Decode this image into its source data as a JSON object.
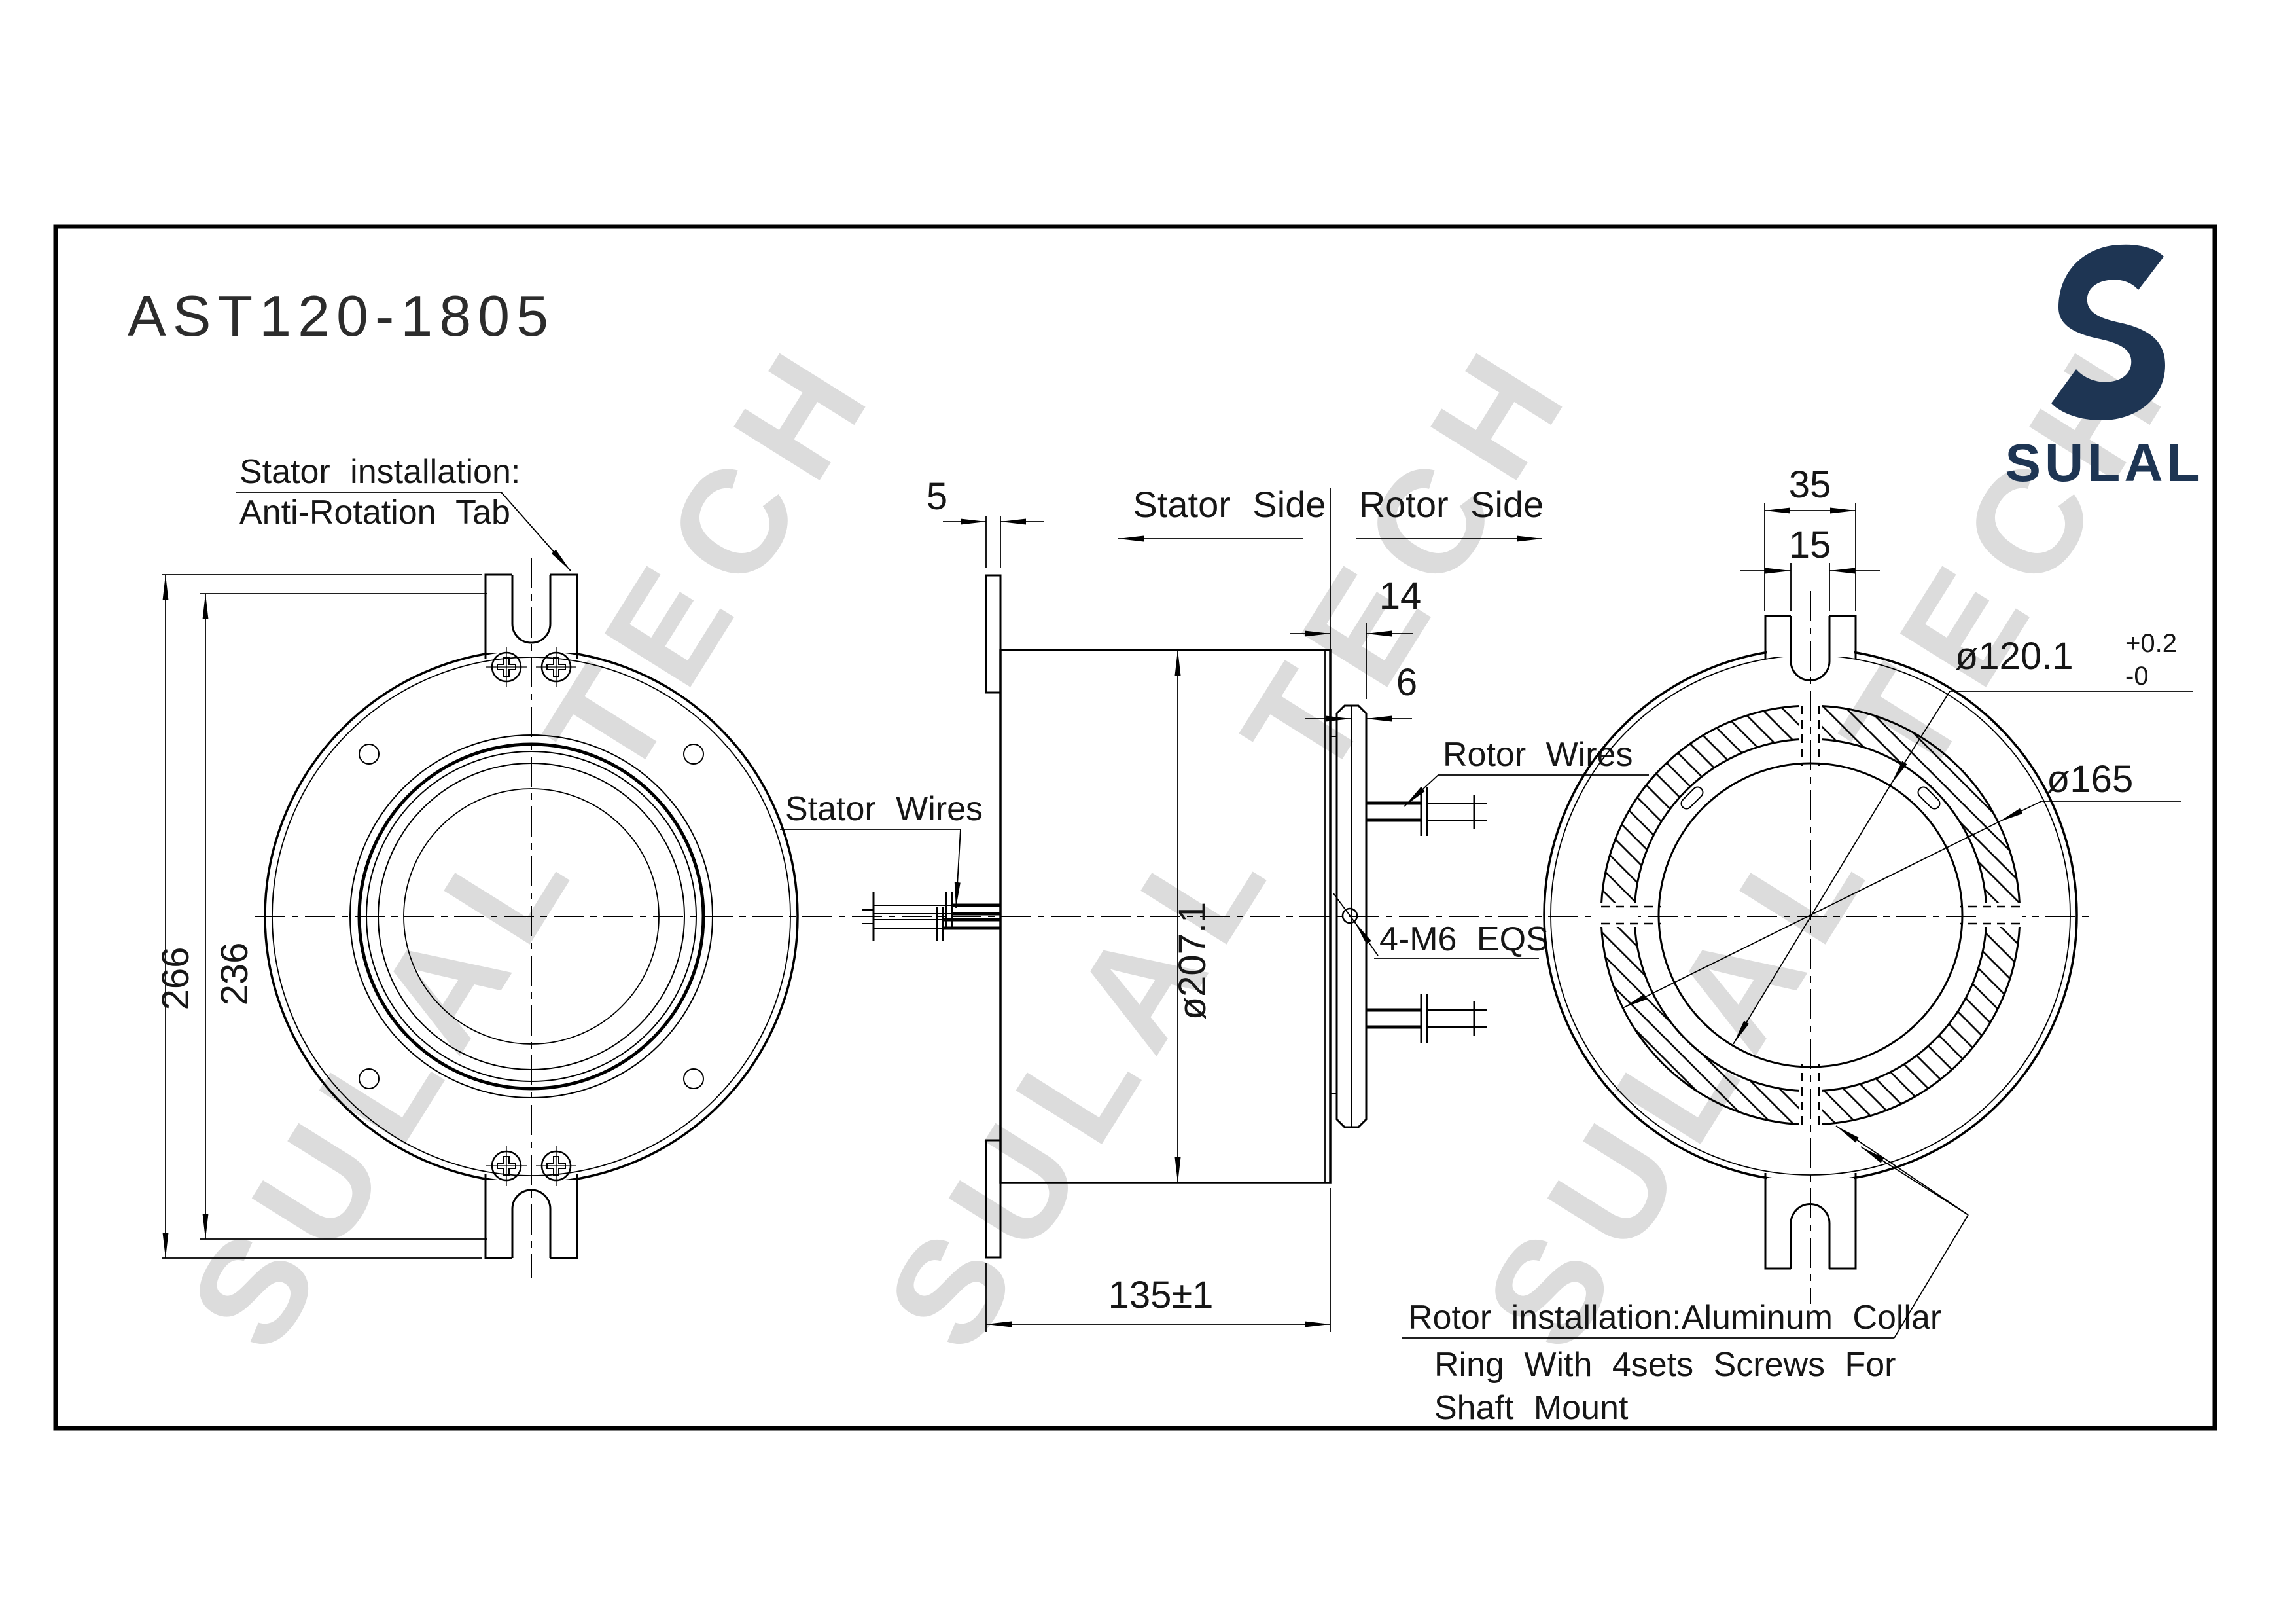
{
  "drawing_number": "AST120-1805",
  "brand": {
    "name": "SULAL",
    "logo_color": "#1e3553"
  },
  "watermark": {
    "text": "SULAL TECH",
    "color": "#dcdcdc"
  },
  "labels": {
    "stator_installation_1": "Stator installation:",
    "stator_installation_2": "Anti-Rotation Tab",
    "stator_side": "Stator Side",
    "rotor_side": "Rotor Side",
    "stator_wires": "Stator Wires",
    "rotor_wires": "Rotor Wires",
    "screws_note": "4-M6 EQS",
    "rotor_installation_1": "Rotor installation:Aluminum Collar",
    "rotor_installation_2": "Ring With 4sets Screws For",
    "rotor_installation_3": "Shaft Mount"
  },
  "dimensions": {
    "overall_height": "266",
    "mount_height": "236",
    "tab_thickness": "5",
    "stator_diameter": "ø207.1",
    "body_length": "135±1",
    "rotor_protrusion": "14",
    "collar_thickness": "6",
    "tab_width": "35",
    "slot_width": "15",
    "bore_diameter": "ø120.1",
    "bore_tol_upper": "+0.2",
    "bore_tol_lower": "-0",
    "collar_diameter": "ø165"
  },
  "colors": {
    "line": "#000000",
    "text": "#1a1a1a"
  }
}
